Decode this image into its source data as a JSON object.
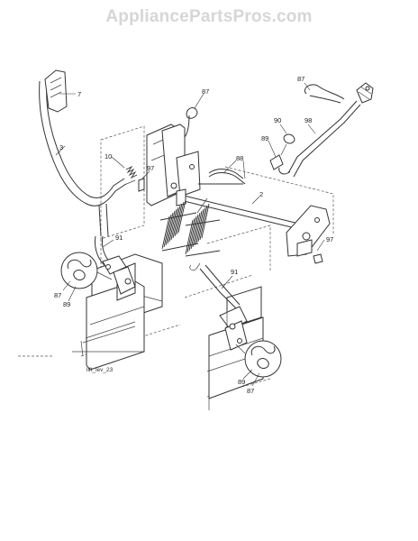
{
  "watermark": "AppliancePartsPros.com",
  "figure_code": "lift_lev_23",
  "callouts": {
    "c7": "7",
    "c3": "3",
    "c87_top": "87",
    "c87_right": "87",
    "c90": "90",
    "c98": "98",
    "c89_right": "89",
    "c10": "10",
    "c97_left": "97",
    "c88": "88",
    "c2": "2",
    "c97_right": "97",
    "c91_left": "91",
    "c91_right": "91",
    "c87_left": "87",
    "c89_left": "89",
    "c89_bottom": "89",
    "c87_bottom": "87"
  }
}
